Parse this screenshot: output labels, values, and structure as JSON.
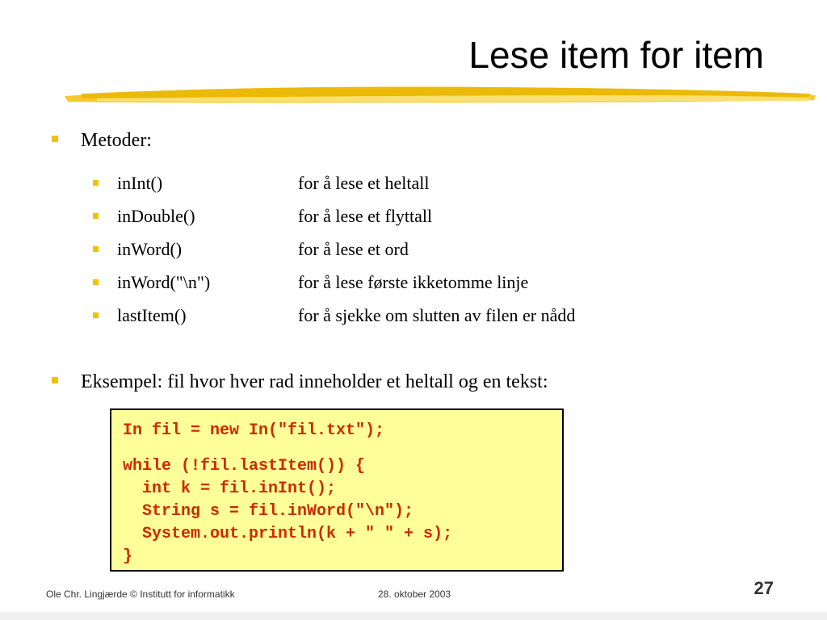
{
  "slide": {
    "title": "Lese item for item",
    "accent_color": "#f2c200",
    "bullets": [
      {
        "text": "Metoder:"
      },
      {
        "text": "Eksempel: fil hvor hver rad inneholder et heltall og en tekst:"
      }
    ],
    "methods": [
      {
        "name": "inInt()",
        "desc": "for å lese et heltall"
      },
      {
        "name": "inDouble()",
        "desc": "for å lese et flyttall"
      },
      {
        "name": "inWord()",
        "desc": "for å lese et ord"
      },
      {
        "name": "inWord(\"\\n\")",
        "desc": "for å lese første ikketomme linje"
      },
      {
        "name": "lastItem()",
        "desc": "for å sjekke om slutten av filen er nådd"
      }
    ],
    "code": {
      "line1": "In fil = new In(\"fil.txt\");",
      "block": "while (!fil.lastItem()) {\n  int k = fil.inInt();\n  String s = fil.inWord(\"\\n\");\n  System.out.println(k + \" \" + s);\n}"
    },
    "footer": {
      "author": "Ole Chr. Lingjærde © Institutt for informatikk",
      "date": "28. oktober 2003",
      "page": "27"
    }
  }
}
